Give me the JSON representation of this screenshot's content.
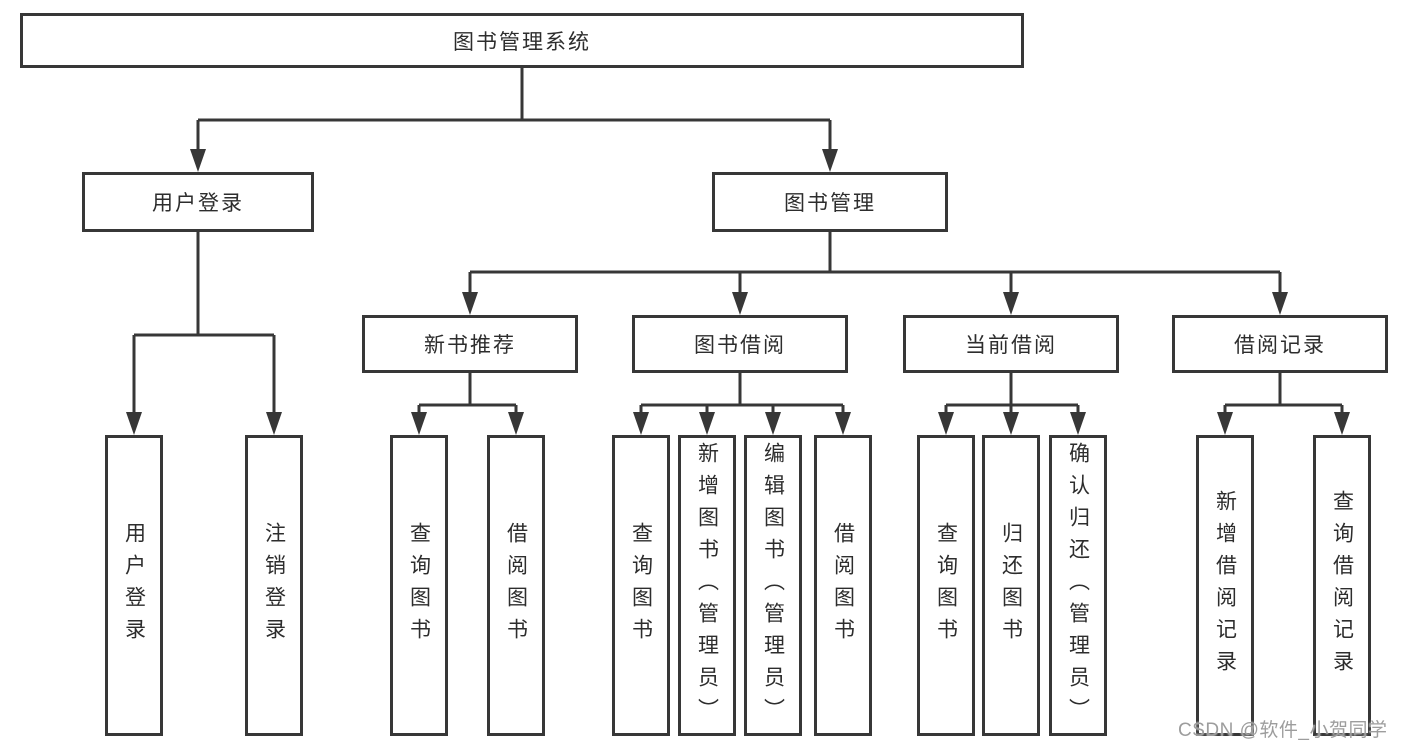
{
  "colors": {
    "background": "#ffffff",
    "line": "#373737",
    "box_border": "#373737",
    "box_fill": "#ffffff",
    "text": "#2d2d2d",
    "watermark": "#9d9d9d"
  },
  "watermark": {
    "text": "CSDN @软件_小贺同学"
  },
  "diagram": {
    "type": "hierarchy-tree",
    "root": {
      "label": "图书管理系统"
    },
    "branches": [
      {
        "label": "用户登录",
        "children": [
          {
            "label": "用户登录"
          },
          {
            "label": "注销登录"
          }
        ]
      },
      {
        "label": "图书管理",
        "children": [
          {
            "label": "新书推荐",
            "children": [
              {
                "label": "查询图书"
              },
              {
                "label": "借阅图书"
              }
            ]
          },
          {
            "label": "图书借阅",
            "children": [
              {
                "label": "查询图书"
              },
              {
                "label": "新增图书（管理员）"
              },
              {
                "label": "编辑图书（管理员）"
              },
              {
                "label": "借阅图书"
              }
            ]
          },
          {
            "label": "当前借阅",
            "children": [
              {
                "label": "查询图书"
              },
              {
                "label": "归还图书"
              },
              {
                "label": "确认归还（管理员）"
              }
            ]
          },
          {
            "label": "借阅记录",
            "children": [
              {
                "label": "新增借阅记录"
              },
              {
                "label": "查询借阅记录"
              }
            ]
          }
        ]
      }
    ]
  }
}
